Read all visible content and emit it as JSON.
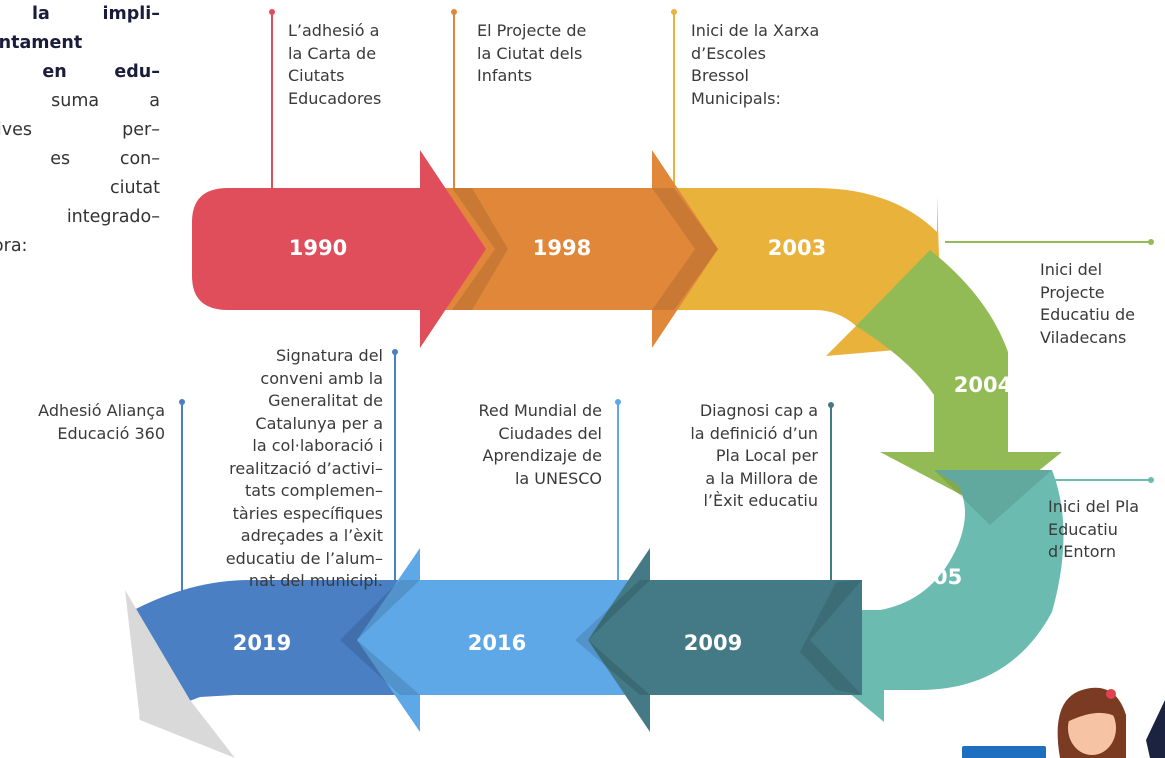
{
  "intro": {
    "lines": [
      {
        "pre": "sa ",
        "bold": "la impli–",
        "post": ""
      },
      {
        "pre": "",
        "bold": "’Ajuntament",
        "post": ""
      },
      {
        "pre": "",
        "bold": "ans en edu–",
        "post": ""
      },
      {
        "pre": "seva suma a",
        "bold": "",
        "post": ""
      },
      {
        "pre": "iciatives per–",
        "bold": "",
        "post": ""
      },
      {
        "pre": "cans es con–",
        "bold": "",
        "post": ""
      },
      {
        "pre": "una ciutat",
        "bold": "",
        "post": ""
      },
      {
        "pre": "a, integrado–",
        "bold": "",
        "post": ""
      },
      {
        "pre": "nadora:",
        "bold": "",
        "post": ""
      }
    ]
  },
  "milestones": [
    {
      "year": "1990",
      "text": "L’adhesió a\nla Carta de\nCiutats\nEducadores",
      "color": "#e04e5b"
    },
    {
      "year": "1998",
      "text": "El Projecte de\nla Ciutat dels\nInfants",
      "color": "#e0873a"
    },
    {
      "year": "2003",
      "text": "Inici de la Xarxa\nd’Escoles\nBressol\nMunicipals:",
      "color": "#e8b23b"
    },
    {
      "year": "2004",
      "text": "Inici del\nProjecte\nEducatiu de\nViladecans",
      "color": "#93bb55"
    },
    {
      "year": "2005",
      "text": "Inici del Pla\nEducatiu\nd’Entorn",
      "color": "#6cbbb1"
    },
    {
      "year": "2009",
      "text": "Diagnosi cap a\nla definició d’un\nPla Local per\na la Millora de\nl’Èxit educatiu",
      "color": "#437a85"
    },
    {
      "year": "2016",
      "text": "Red Mundial de\nCiudades del\nAprendizaje de\nla UNESCO",
      "color": "#5ea8e8"
    },
    {
      "year": "2019",
      "text": "Signatura del\nconveni amb la\nGeneralitat de\nCatalunya per a\nla col·laboració i\nrealització d’activi–\ntats complemen–\ntàries específiques\nadreçades a l’èxit\neducatiu de l’alum–\nnat del municipi.",
      "color": "#4a7fc4"
    },
    {
      "year": "",
      "text": "Adhesió Aliança\nEducació 360",
      "color": "#4a7fc4"
    }
  ]
}
